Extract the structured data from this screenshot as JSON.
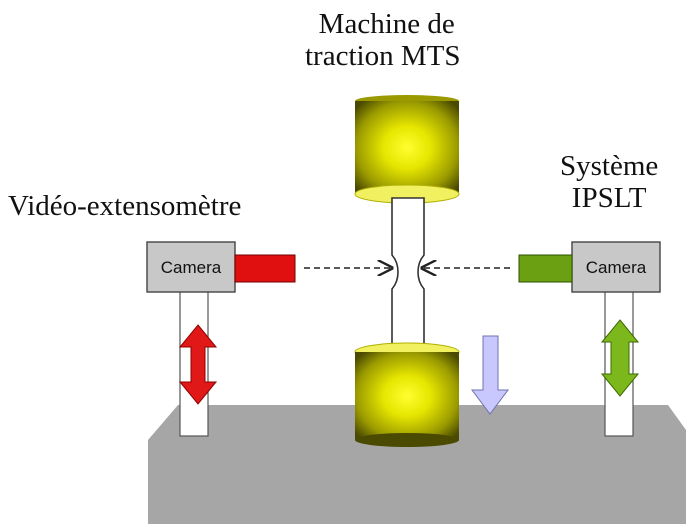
{
  "labels": {
    "machine_line1": "Machine de",
    "machine_line2": "traction MTS",
    "video_extensometer": "Vidéo-extensomètre",
    "system_line1": "Système",
    "system_line2": "IPSLT"
  },
  "left_camera": {
    "label": "Camera",
    "lens_color": "#e01010",
    "arrow_color": "#e01818"
  },
  "right_camera": {
    "label": "Camera",
    "lens_color": "#6aa012",
    "arrow_color": "#7cb81c"
  },
  "colors": {
    "floor": "#a6a6a6",
    "camera_body": "#c8c8c8",
    "grip_yellow": "#e6e600",
    "grip_dark": "#5a5a00",
    "displacement_arrow": "#c8c8ff"
  },
  "icons": {
    "dashed_arrow": "dashed-arrow-icon",
    "double_arrow": "double-headed-arrow-icon",
    "down_arrow": "down-arrow-icon"
  }
}
